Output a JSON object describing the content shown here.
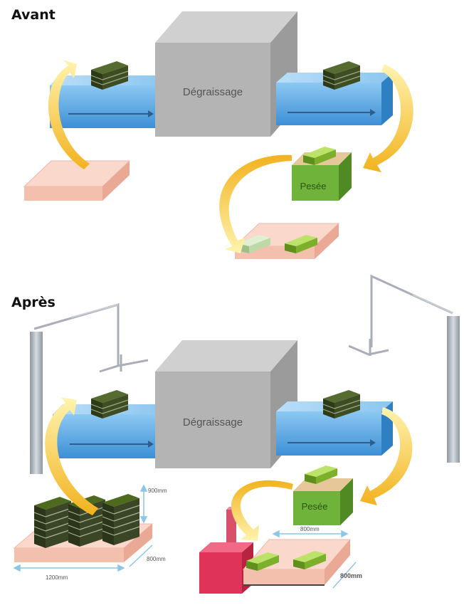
{
  "sections": {
    "before": {
      "title": "Avant"
    },
    "after": {
      "title": "Après"
    }
  },
  "labels": {
    "degreasing": "Dégraissage",
    "weighing": "Pesée"
  },
  "dimensions": {
    "height": "900mm",
    "depth": "800mm",
    "width": "1200mm",
    "table_width": "800mm",
    "table_depth": "800mm"
  },
  "colors": {
    "conveyor": "#5aa9e6",
    "machine": "#b7b7b7",
    "weigh_station": "#6fb33a",
    "tray": "#f6c8b8",
    "arrow": "#f5c842",
    "crate": "#3a4a22",
    "lift": "#e0335a",
    "crane": "#a9aeb8",
    "dimension_line": "#8ec6e6"
  }
}
